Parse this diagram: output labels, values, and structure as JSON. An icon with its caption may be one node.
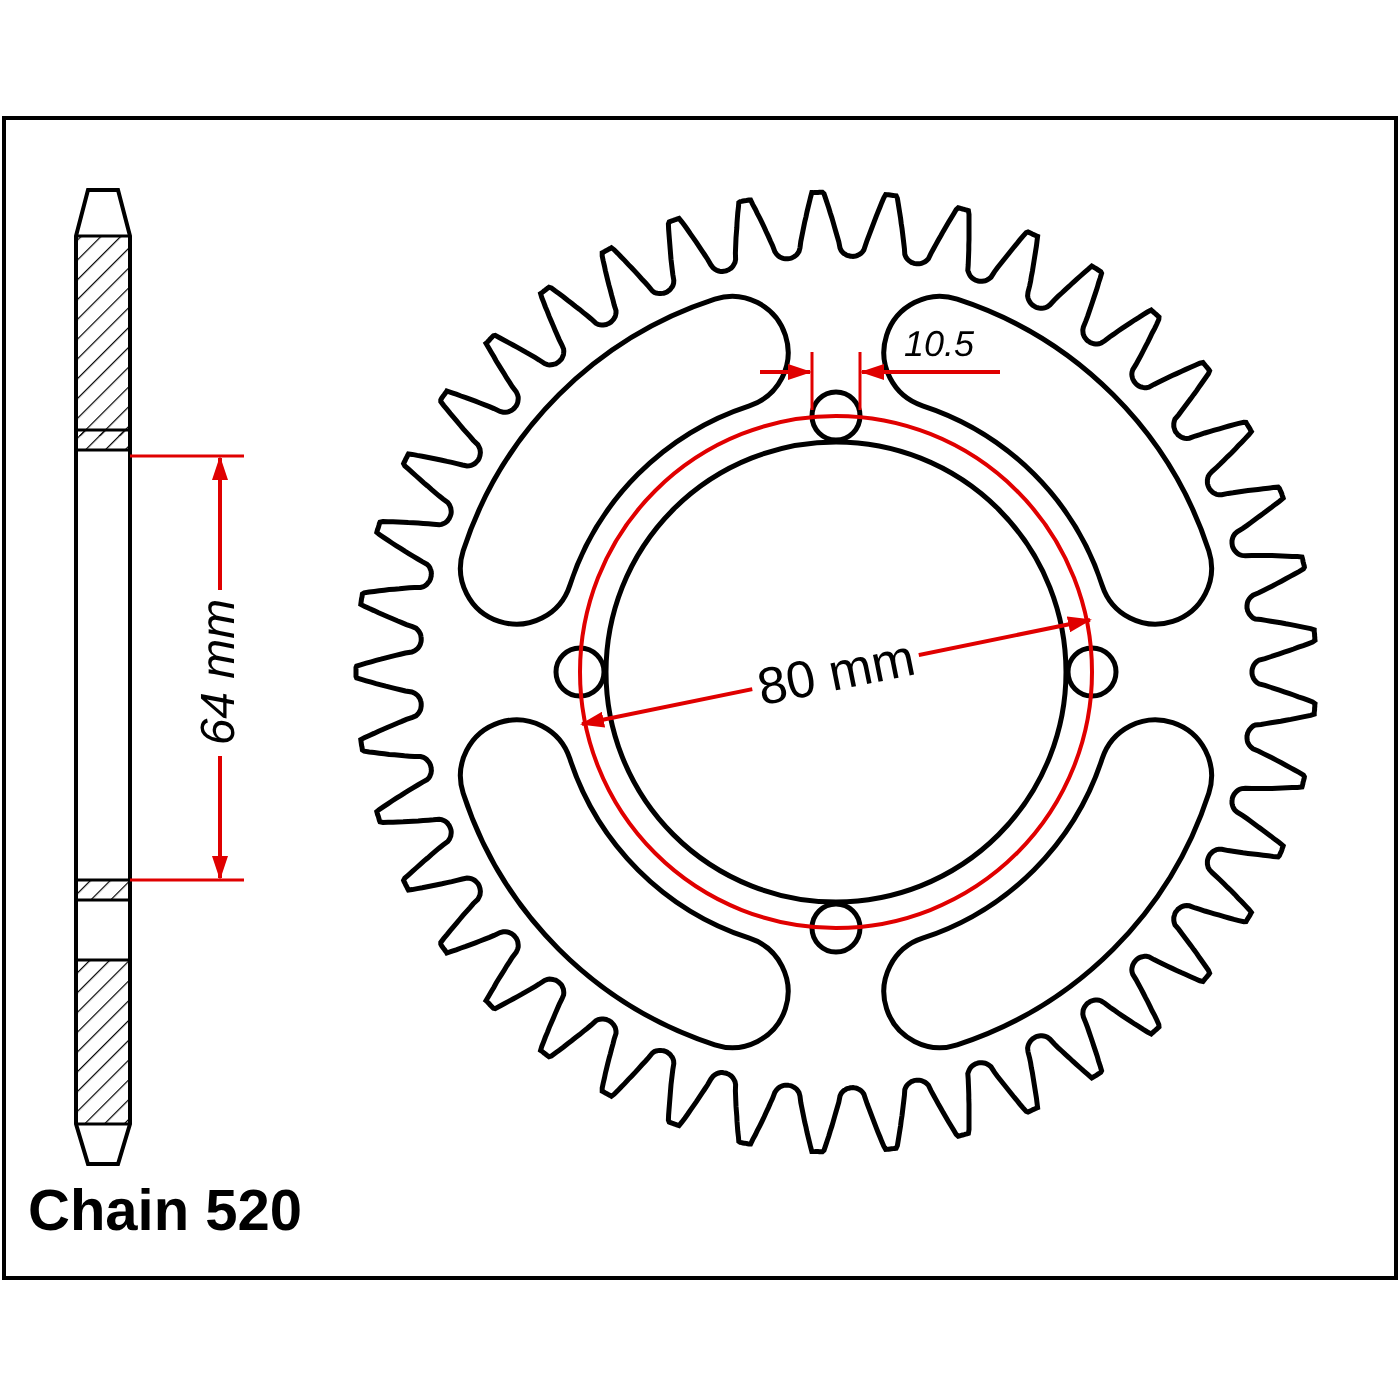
{
  "diagram": {
    "labels": [
      "64 mm",
      "10.5",
      "80 mm",
      "Chain 520"
    ]
  }
}
